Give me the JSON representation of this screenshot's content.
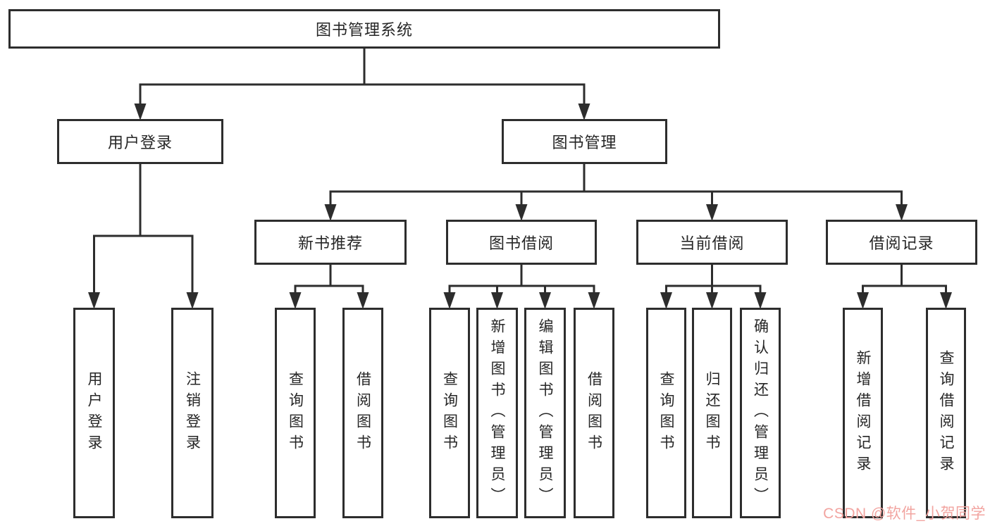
{
  "tree": {
    "root": {
      "label": "图书管理系统"
    },
    "branches": [
      {
        "label": "用户登录",
        "children": [
          {
            "label": "用户登录"
          },
          {
            "label": "注销登录"
          }
        ]
      },
      {
        "label": "图书管理",
        "children": [
          {
            "label": "新书推荐",
            "children": [
              {
                "label": "查询图书"
              },
              {
                "label": "借阅图书"
              }
            ]
          },
          {
            "label": "图书借阅",
            "children": [
              {
                "label": "查询图书"
              },
              {
                "label": "新增图书（管理员）"
              },
              {
                "label": "编辑图书（管理员）"
              },
              {
                "label": "借阅图书"
              }
            ]
          },
          {
            "label": "当前借阅",
            "children": [
              {
                "label": "查询图书"
              },
              {
                "label": "归还图书"
              },
              {
                "label": "确认归还（管理员）"
              }
            ]
          },
          {
            "label": "借阅记录",
            "children": [
              {
                "label": "新增借阅记录"
              },
              {
                "label": "查询借阅记录"
              }
            ]
          }
        ]
      }
    ]
  },
  "watermark": "CSDN @软件_小贺同学",
  "colors": {
    "line": "#2d2d2d",
    "text": "#262626",
    "background": "#ffffff",
    "watermark": "#f2a4a0"
  }
}
